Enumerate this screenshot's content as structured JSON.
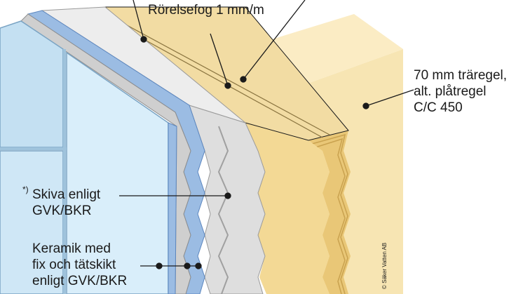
{
  "labels": {
    "movement_joint": "Rörelsefog 1 mm/m",
    "stud": [
      "70 mm träregel,",
      "alt. plåtregel",
      "C/C 450"
    ],
    "board_marker": "*)",
    "board": [
      "Skiva enligt",
      "GVK/BKR"
    ],
    "ceramic": [
      "Keramik med",
      "fix och tätskikt",
      "enligt GVK/BKR"
    ]
  },
  "credit": "© Säker Vatten AB",
  "colors": {
    "wood": "#fbecc4",
    "wood_face": "#f7e5b3",
    "insulation": "#e9c777",
    "gypsum": "#dedede",
    "gypsum_dark": "#b5b5b5",
    "membrane": "#9bbce3",
    "tile": "#c4e0f2",
    "glass": "#d9eefa",
    "line": "#1a1a1a"
  }
}
